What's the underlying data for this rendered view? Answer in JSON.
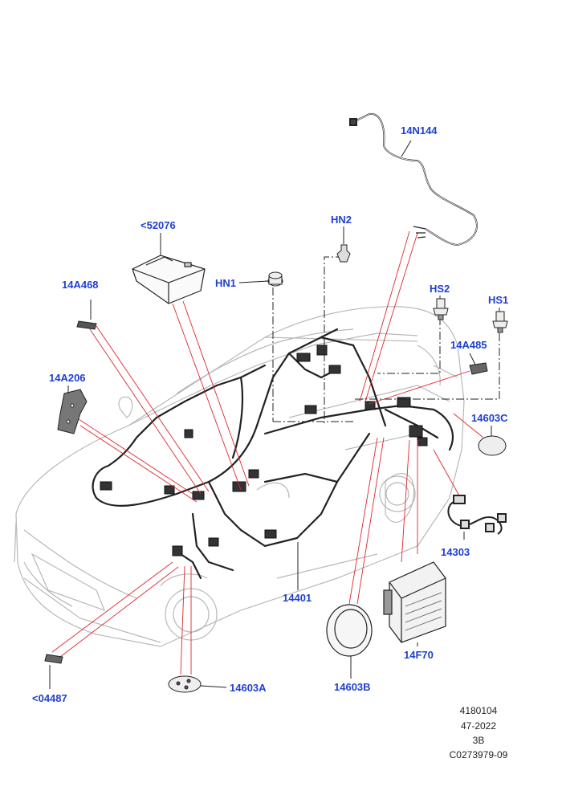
{
  "callouts": {
    "c14N144": "14N144",
    "cHN2": "HN2",
    "c52076": "<52076",
    "cHN1": "HN1",
    "c14A468": "14A468",
    "cHS2": "HS2",
    "cHS1": "HS1",
    "c14A485": "14A485",
    "c14A206": "14A206",
    "c14603C": "14603C",
    "c14303": "14303",
    "c14401": "14401",
    "c14F70": "14F70",
    "c14603B": "14603B",
    "c14603A": "14603A",
    "c04487": "<04487"
  },
  "reference": {
    "line1": "4180104",
    "line2": "47-2022",
    "line3": "3B",
    "line4": "C0273979-09"
  },
  "colors": {
    "callout_text": "#1f3fd1",
    "leader_line": "#e0262b",
    "vehicle_outline": "#b5b5b5",
    "harness": "#222222"
  }
}
